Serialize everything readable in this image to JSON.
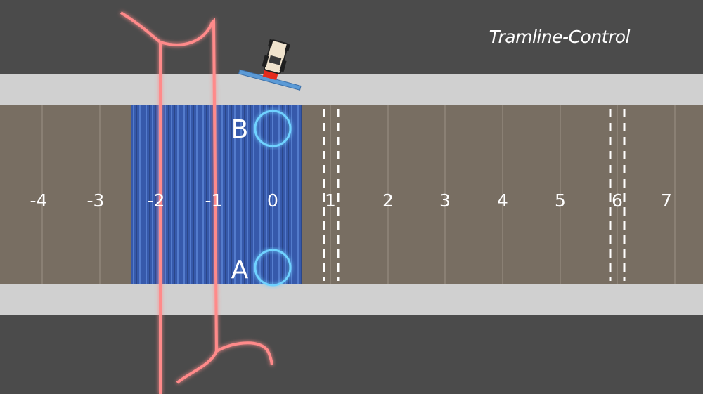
{
  "title": "Tramline-Control",
  "lane_labels": [
    "-4",
    "-3",
    "-2",
    "-1",
    "0",
    "1",
    "2",
    "3",
    "4",
    "5",
    "6",
    "7"
  ],
  "point_labels": {
    "b": "B",
    "a": "A"
  },
  "colors": {
    "background": "#4b4b4b",
    "headland": "#d0d0d0",
    "field": "#786e62",
    "lane_line": "#9b9186",
    "worked_area": "#1f4fc0",
    "guidance_line": "#6fd2ff",
    "turn_path": "#ff8a8a",
    "tramline_marker": "#ffffff",
    "label": "#ffffff"
  },
  "icons": {
    "tractor": "tractor-icon",
    "point_b": "point-b-ring-icon",
    "point_a": "point-a-ring-icon"
  }
}
